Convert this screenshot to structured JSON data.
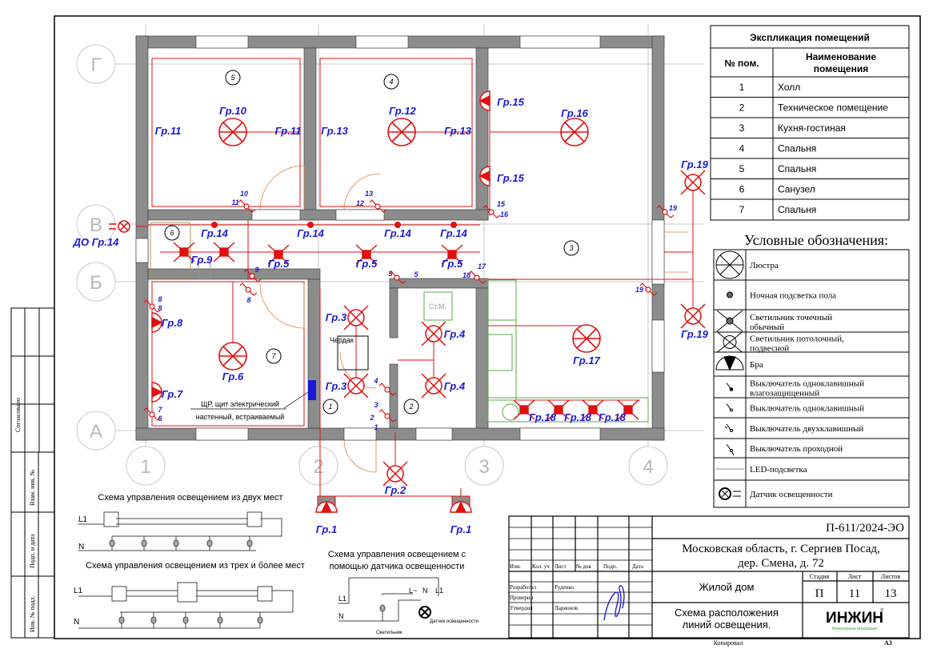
{
  "side_stamp": {
    "agreed": "Согласовано",
    "replace_inv": "Взам. инв. №",
    "sign_date": "Подп. и дата",
    "inv_orig": "Инв. № подл."
  },
  "explication": {
    "title": "Экспликация помещений",
    "col_num": "№ пом.",
    "col_name_1": "Наименование",
    "col_name_2": "помещения",
    "rows": [
      {
        "num": "1",
        "name": "Холл"
      },
      {
        "num": "2",
        "name": "Техническое помещение"
      },
      {
        "num": "3",
        "name": "Кухня-гостиная"
      },
      {
        "num": "4",
        "name": "Спальня"
      },
      {
        "num": "5",
        "name": "Спальня"
      },
      {
        "num": "6",
        "name": "Санузел"
      },
      {
        "num": "7",
        "name": "Спальня"
      }
    ]
  },
  "legend": {
    "title": "Условные обозначения:",
    "items": [
      {
        "icon": "chandelier-icon",
        "l1": "Люстра",
        "l2": ""
      },
      {
        "icon": "floor-night-light-icon",
        "l1": "Ночная подсветка пола",
        "l2": ""
      },
      {
        "icon": "spot-light-icon",
        "l1": "Светильник точечный",
        "l2": "обычный"
      },
      {
        "icon": "ceiling-light-icon",
        "l1": "Светильник потолочный,",
        "l2": "подвесной"
      },
      {
        "icon": "sconce-icon",
        "l1": "Бра",
        "l2": ""
      },
      {
        "icon": "switch-waterproof-icon",
        "l1": "Выключатель одноклавишный",
        "l2": "влагозащищенный"
      },
      {
        "icon": "switch-single-icon",
        "l1": "Выключатель одноклавишный",
        "l2": ""
      },
      {
        "icon": "switch-double-icon",
        "l1": "Выключатель двухклавишный",
        "l2": ""
      },
      {
        "icon": "switch-passthrough-icon",
        "l1": "Выключатель проходной",
        "l2": ""
      },
      {
        "icon": "led-strip-icon",
        "l1": "LED-подсветка",
        "l2": ""
      },
      {
        "icon": "light-sensor-icon",
        "l1": "Датчик освещенности",
        "l2": ""
      }
    ]
  },
  "plan": {
    "axes_letters": [
      "Г",
      "В",
      "Б",
      "А"
    ],
    "axes_numbers": [
      "1",
      "2",
      "3",
      "4"
    ],
    "rooms": [
      "5",
      "4",
      "3",
      "6",
      "7",
      "1",
      "2"
    ],
    "labels": [
      "Гр.10",
      "Гр.11",
      "Гр.11",
      "Гр.12",
      "Гр.13",
      "Гр.13",
      "Гр.15",
      "Гр.15",
      "Гр.16",
      "Гр.19",
      "Гр.19",
      "Гр.14",
      "Гр.14",
      "Гр.14",
      "Гр.14",
      "ДО Гр.14",
      "Гр.9",
      "Гр.5",
      "Гр.5",
      "Гр.5",
      "Гр.8",
      "Гр.6",
      "Гр.7",
      "Гр.3",
      "Гр.3",
      "Гр.4",
      "Гр.4",
      "Гр.17",
      "Гр.18",
      "Гр.18",
      "Гр.18",
      "Гр.2",
      "Гр.1",
      "Гр.1"
    ],
    "switch_numbers": [
      "10",
      "11",
      "13",
      "12",
      "15",
      "16",
      "19",
      "9",
      "8",
      "3",
      "5",
      "18",
      "17",
      "19",
      "8",
      "8",
      "7",
      "6",
      "4",
      "3",
      "2",
      "1"
    ],
    "panel_note_1": "ЩР, щит электрический",
    "panel_note_2": "настенный, встраиваемый",
    "attic": "Чердак",
    "washer": "Ст.М."
  },
  "schemes": {
    "two_places_title": "Схема управления освещением из двух мест",
    "three_places_title": "Схема управления освещением из трех и более мест",
    "sensor_title_1": "Схема управления освещением с",
    "sensor_title_2": "помощью датчика освещенности",
    "l1": "L1",
    "n": "N",
    "l_tilde": "L~",
    "lamp": "Светильник",
    "sensor": "Датчик освещенности"
  },
  "title_block": {
    "code": "П-611/2024-ЭО",
    "address_1": "Московская область, г. Сергиев Посад,",
    "address_2": "дер. Смена, д. 72",
    "object": "Жилой дом",
    "sheet_title_1": "Схема расположения",
    "sheet_title_2": "линий освещения.",
    "hdr_izm": "Изм.",
    "hdr_kol": "Кол. уч",
    "hdr_list": "Лист",
    "hdr_doc": "№ док",
    "hdr_sign": "Подп.",
    "hdr_date": "Дата",
    "developed": "Разработал",
    "developed_by": "Руденко",
    "checked": "Проверил",
    "approved": "Утвердил",
    "approved_by": "Ларионов",
    "stage_label": "Стадия",
    "sheet_label": "Лист",
    "sheets_label": "Листов",
    "stage": "П",
    "sheet": "11",
    "sheets": "13",
    "logo": "ИНЖИН",
    "logo_sub": "Инженерные инновации",
    "copied": "Копировал",
    "format": "А3"
  },
  "colors": {
    "red": "#e01010",
    "blue": "#1a1ad6",
    "wall": "#8c8c8c",
    "green": "#5aa84a",
    "logo_green": "#3aa53a"
  }
}
